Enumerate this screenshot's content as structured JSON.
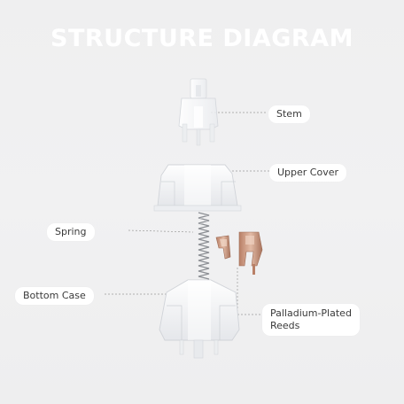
{
  "title": "STRUCTURE DIAGRAM",
  "parts": {
    "stem": "Stem",
    "upper_cover": "Upper Cover",
    "spring": "Spring",
    "bottom_case": "Bottom Case",
    "reeds_line1": "Palladium-Plated",
    "reeds_line2": "Reeds"
  },
  "colors": {
    "background": "#f0f0f1",
    "title": "#ffffff",
    "label_bg": "#ffffff",
    "label_text": "#3a3a3a",
    "leader_line": "#9a9a9a",
    "copper": "#c99a82"
  }
}
